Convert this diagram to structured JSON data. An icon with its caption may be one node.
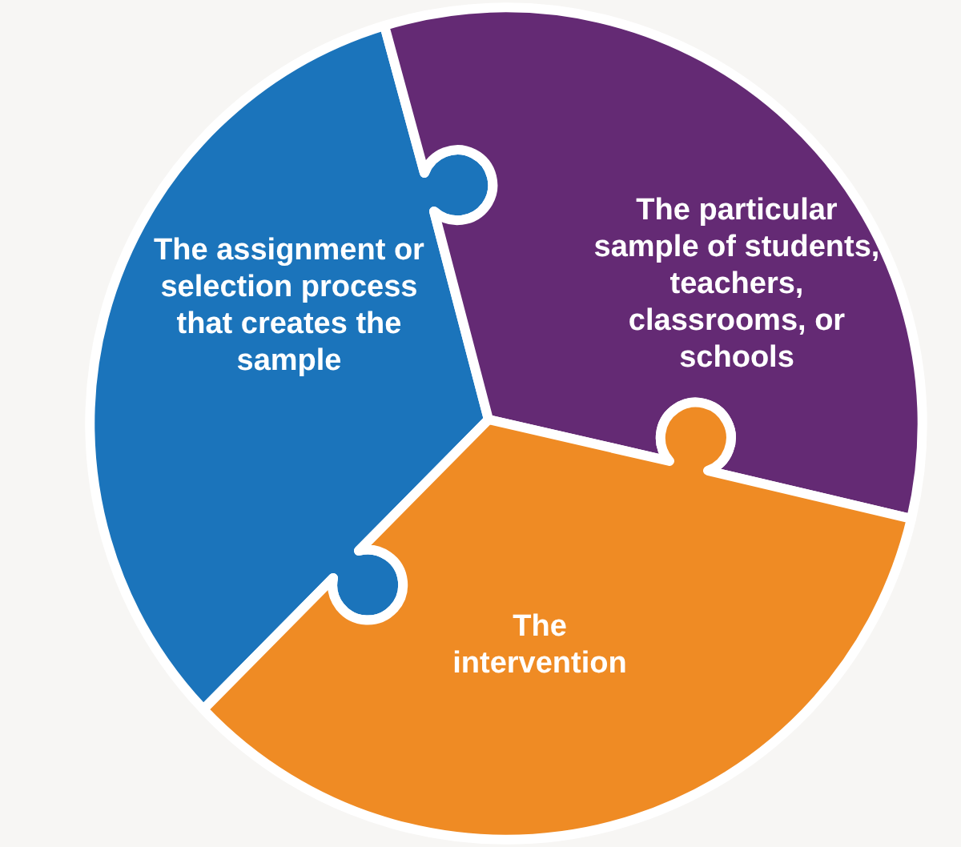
{
  "diagram": {
    "nodes": [
      {
        "text": [
          "The assignment or selection process that creates the sample"
        ]
      },
      {
        "text": [
          "The particular sample of students, teachers, classrooms, or schools"
        ]
      },
      {
        "text": [
          "The intervention"
        ]
      }
    ]
  }
}
